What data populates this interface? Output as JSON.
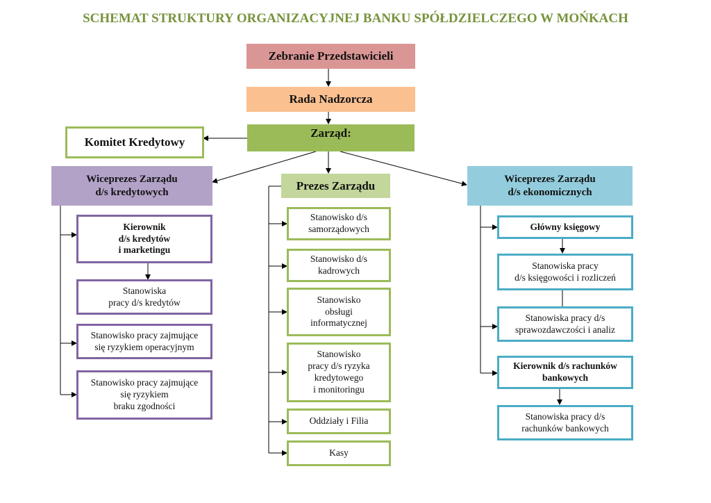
{
  "title": "SCHEMAT STRUKTURY ORGANIZACYJNEJ BANKU SPÓŁDZIELCZEGO W MOŃKACH",
  "colors": {
    "title": "#77933c",
    "zebranie": "#d99694",
    "rada": "#fac090",
    "zarzad": "#9bbb59",
    "prezes": "#c3d69b",
    "wiceprezes_kredyt": "#b3a2c7",
    "wiceprezes_ekon": "#93cddd",
    "border_green": "#9bbb59",
    "border_purple": "#8064a2",
    "border_cyan": "#4bacc6"
  },
  "top": {
    "zebranie": "Zebranie Przedstawicieli",
    "rada": "Rada Nadzorcza",
    "zarzad": "Zarząd:",
    "komitet": "Komitet Kredytowy"
  },
  "left": {
    "head": "Wiceprezes Zarządu\nd/s kredytowych",
    "items": [
      "Kierownik\nd/s kredytów\ni marketingu",
      "Stanowiska\npracy d/s kredytów",
      "Stanowisko pracy zajmujące\nsię ryzykiem operacyjnym",
      "Stanowisko pracy zajmujące\nsię ryzykiem\nbraku zgodności"
    ]
  },
  "center": {
    "head": "Prezes Zarządu",
    "items": [
      "Stanowisko d/s\nsamorządowych",
      "Stanowisko d/s\nkadrowych",
      "Stanowisko\nobsługi\ninformatycznej",
      "Stanowisko\npracy d/s ryzyka\nkredytowego\ni monitoringu",
      "Oddziały i Filia",
      "Kasy"
    ]
  },
  "right": {
    "head": "Wiceprezes Zarządu\nd/s ekonomicznych",
    "items": [
      "Główny księgowy",
      "Stanowiska pracy\nd/s księgowości i rozliczeń",
      "Stanowiska pracy d/s\nsprawozdawczości i analiz",
      "Kierownik d/s rachunków\nbankowych",
      "Stanowiska pracy d/s\nrachunków bankowych"
    ]
  }
}
